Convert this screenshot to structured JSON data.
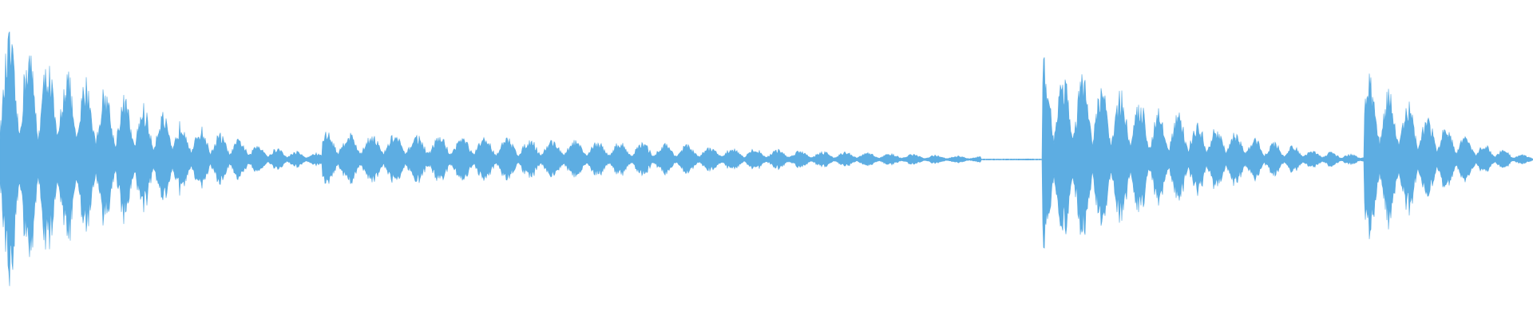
{
  "waveform": {
    "color": "#5dade2",
    "baseline_color": "#5dade2",
    "amplitude_scale": "peak-normalized",
    "segments": [
      {
        "start_s": 0.0,
        "end_s": 0.42,
        "envelope": "burst-decay",
        "peak": 1.0
      },
      {
        "start_s": 0.42,
        "end_s": 0.9,
        "envelope": "pulses",
        "peak": 0.3
      },
      {
        "start_s": 0.9,
        "end_s": 1.28,
        "envelope": "pulses-fading",
        "peak": 0.15
      },
      {
        "start_s": 1.28,
        "end_s": 1.36,
        "envelope": "silence",
        "peak": 0.01
      },
      {
        "start_s": 1.36,
        "end_s": 1.78,
        "envelope": "burst-decay",
        "peak": 0.78
      },
      {
        "start_s": 1.78,
        "end_s": 2.0,
        "envelope": "burst-decay",
        "peak": 0.68
      }
    ],
    "duration_s": 2.0
  }
}
